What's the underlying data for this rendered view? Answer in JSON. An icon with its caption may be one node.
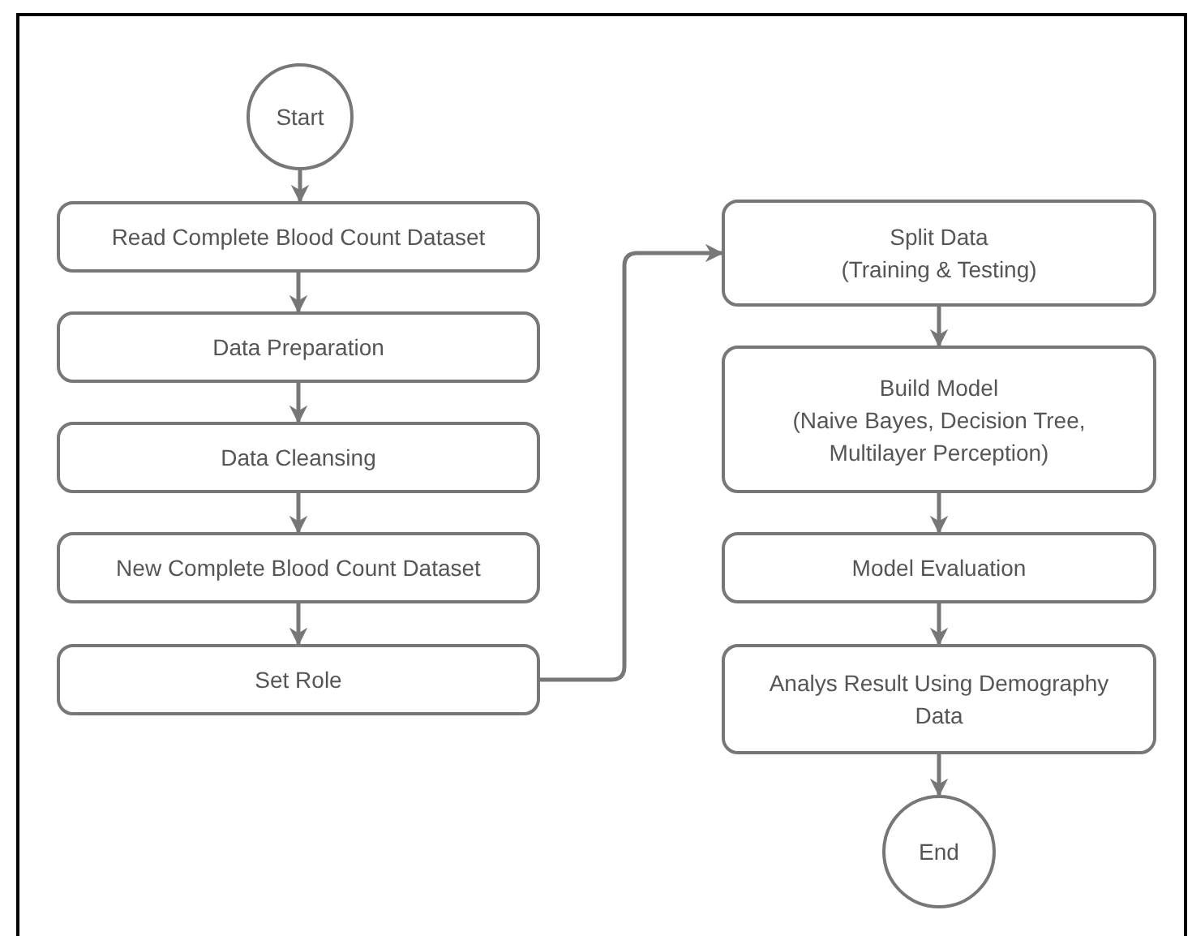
{
  "diagram": {
    "nodes": [
      {
        "text": [
          "Start"
        ]
      },
      {
        "text": [
          "Read Complete Blood Count Dataset"
        ]
      },
      {
        "text": [
          "Data Preparation"
        ]
      },
      {
        "text": [
          "Data Cleansing"
        ]
      },
      {
        "text": [
          "New Complete Blood Count Dataset"
        ]
      },
      {
        "text": [
          "Set Role"
        ]
      },
      {
        "text": [
          "Split Data",
          "(Training & Testing)"
        ]
      },
      {
        "text": [
          "Build Model",
          "(Naive Bayes, Decision Tree, Multilayer Perception)"
        ]
      },
      {
        "text": [
          "Model Evaluation"
        ]
      },
      {
        "text": [
          "Analys Result Using Demography Data"
        ]
      },
      {
        "text": [
          "End"
        ]
      }
    ],
    "edges": [
      {
        "from": 0,
        "to": 1,
        "arrow": "to"
      },
      {
        "from": 1,
        "to": 2,
        "arrow": "to"
      },
      {
        "from": 2,
        "to": 3,
        "arrow": "to"
      },
      {
        "from": 3,
        "to": 4,
        "arrow": "to"
      },
      {
        "from": 4,
        "to": 5,
        "arrow": "to"
      },
      {
        "from": 5,
        "to": 6,
        "arrow": "to"
      },
      {
        "from": 6,
        "to": 7,
        "arrow": "to"
      },
      {
        "from": 7,
        "to": 8,
        "arrow": "to"
      },
      {
        "from": 8,
        "to": 9,
        "arrow": "to"
      },
      {
        "from": 9,
        "to": 10,
        "arrow": "to"
      }
    ]
  }
}
